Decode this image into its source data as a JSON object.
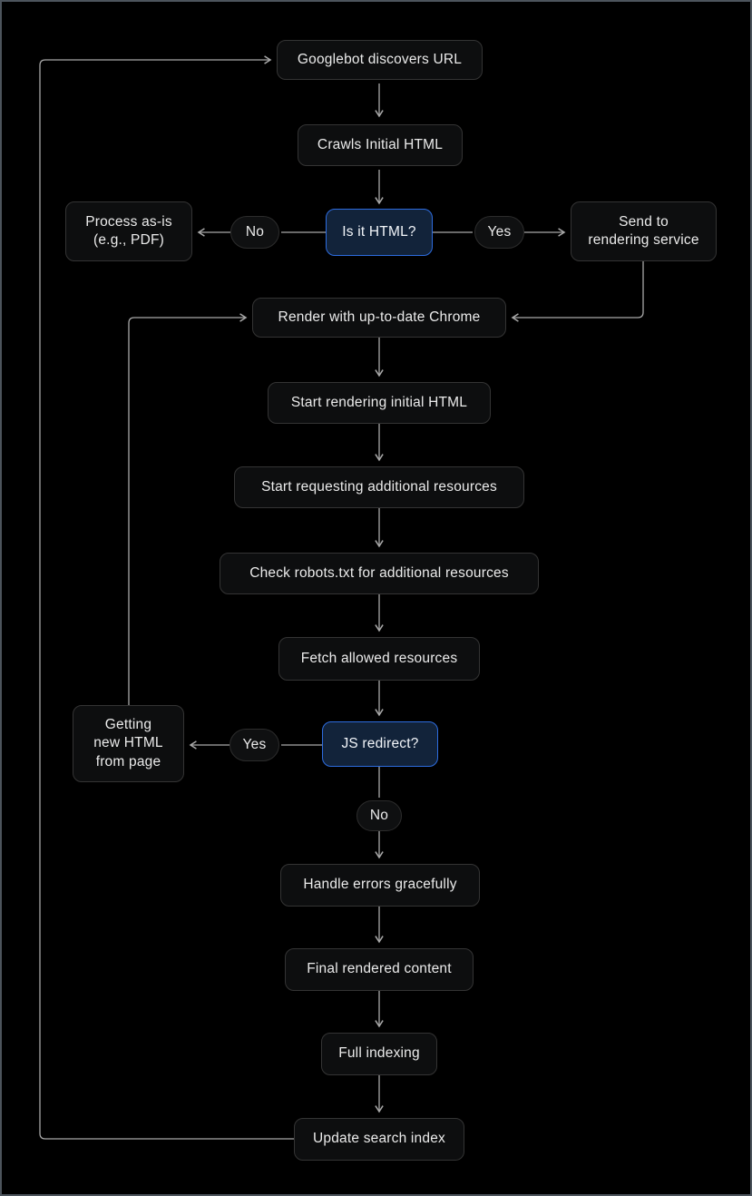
{
  "theme": {
    "background": "#000000",
    "frame_border": "#4c545c",
    "node_fill": "#0d0e0f",
    "node_border": "#343434",
    "decision_fill": "#12233a",
    "decision_border": "#2d6cdf",
    "text_color": "#ebebeb",
    "connector_color": "#a8a8a8"
  },
  "nodes": {
    "discover": {
      "label": "Googlebot discovers URL"
    },
    "crawl": {
      "label": "Crawls Initial HTML"
    },
    "is_html": {
      "label": "Is it HTML?"
    },
    "no1": {
      "label": "No"
    },
    "process_asis": {
      "label": "Process as-is\n(e.g., PDF)"
    },
    "yes1": {
      "label": "Yes"
    },
    "send_rendering": {
      "label": "Send to\nrendering service"
    },
    "render_chrome": {
      "label": "Render with up-to-date Chrome"
    },
    "start_rendering": {
      "label": "Start rendering initial HTML"
    },
    "start_requesting": {
      "label": "Start requesting additional resources"
    },
    "check_robots": {
      "label": "Check robots.txt for additional resources"
    },
    "fetch_allowed": {
      "label": "Fetch allowed resources"
    },
    "js_redirect": {
      "label": "JS redirect?"
    },
    "yes2": {
      "label": "Yes"
    },
    "getting_new_html": {
      "label": "Getting\nnew HTML\nfrom page"
    },
    "no2": {
      "label": "No"
    },
    "handle_errors": {
      "label": "Handle errors gracefully"
    },
    "final_content": {
      "label": "Final rendered content"
    },
    "full_indexing": {
      "label": "Full indexing"
    },
    "update_index": {
      "label": "Update search index"
    }
  }
}
